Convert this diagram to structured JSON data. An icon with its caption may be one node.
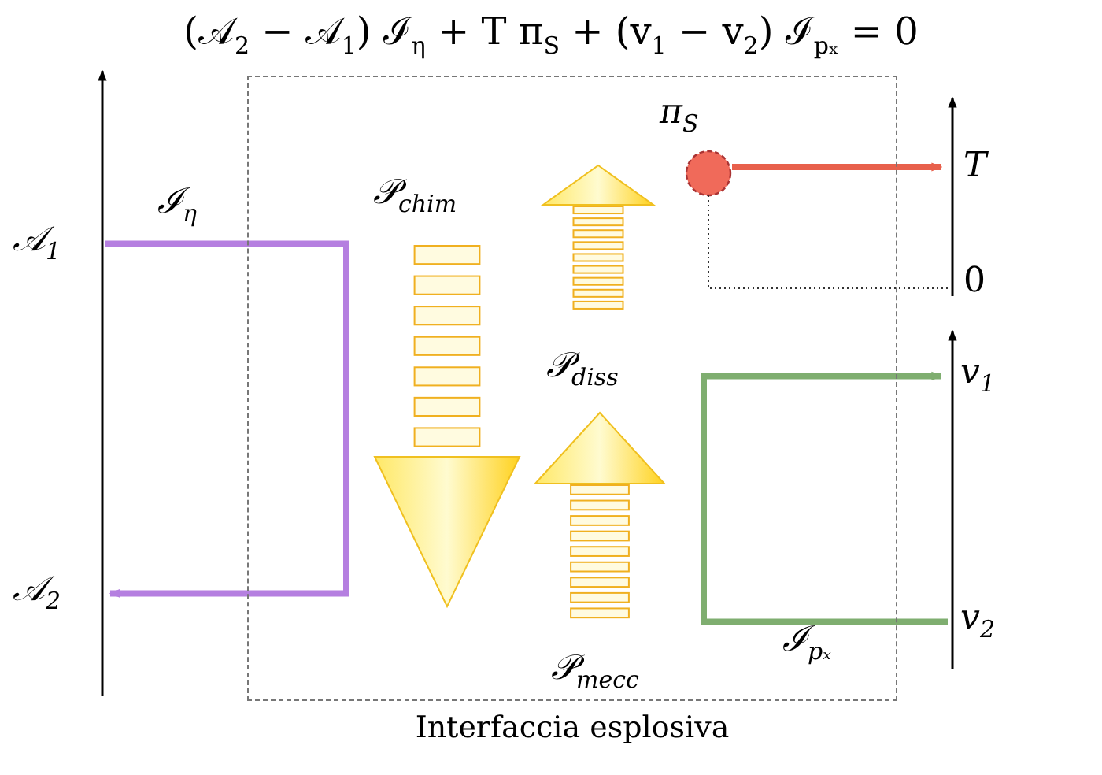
{
  "diagram": {
    "title": "(𝒜$_{2}$ − 𝒜$_{1}$) ℐ$_{η}$ + T π$_{S}$ + (v$_{1}$ − v$_{2}$) ℐ$_{pₓ}$ = 0",
    "nodes": [
      {
        "text": [
          "Interfaccia esplosiva"
        ]
      },
      {
        "text": [
          "𝒜$_{1}$"
        ]
      },
      {
        "text": [
          "𝒜$_{2}$"
        ]
      },
      {
        "text": [
          "π$_{S}$"
        ],
        "in": 0
      },
      {
        "text": [
          "T"
        ]
      },
      {
        "text": [
          "v$_{1}$"
        ]
      },
      {
        "text": [
          "v$_{2}$"
        ]
      }
    ],
    "edges": [
      {
        "from": 1,
        "to": 2,
        "arrow": "to",
        "label": "ℐ$_{η}$",
        "color": "#b57fe0"
      },
      {
        "from": 3,
        "to": 4,
        "arrow": "to",
        "color": "#e8604c"
      },
      {
        "from": 6,
        "to": 5,
        "arrow": "to",
        "label": "ℐ$_{pₓ}$",
        "color": "#7fae70"
      }
    ],
    "labels": [
      "𝒫$_{chim}$",
      "𝒫$_{diss}$",
      "𝒫$_{mecc}$",
      "0"
    ]
  }
}
